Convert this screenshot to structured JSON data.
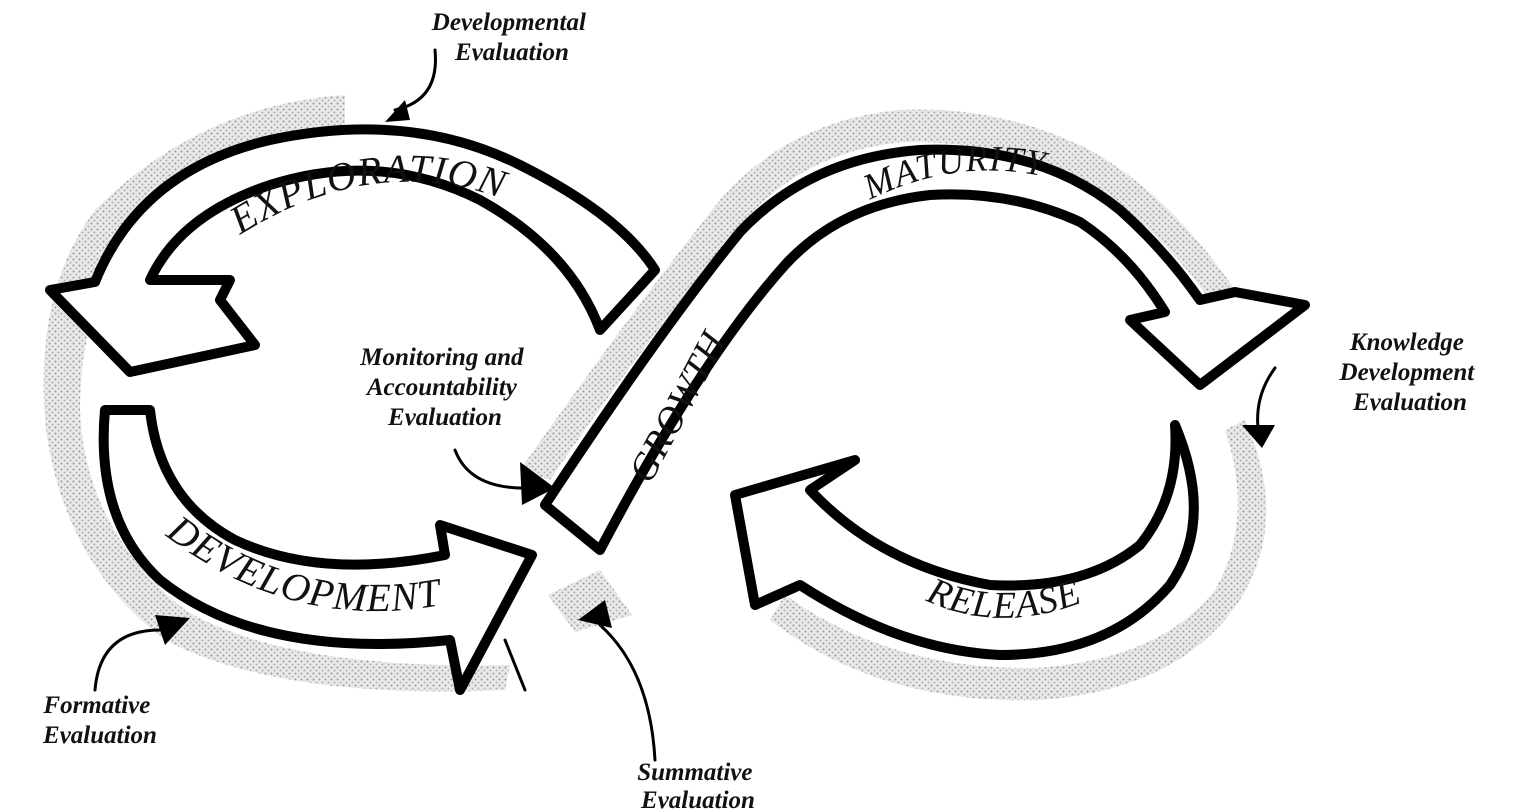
{
  "stages": {
    "exploration": "EXPLORATION",
    "maturity": "MATURITY",
    "growth": "GROWTH",
    "development": "DEVELOPMENT",
    "release": "RELEASE"
  },
  "evaluations": {
    "developmental": [
      "Developmental",
      "Evaluation"
    ],
    "monitoring": [
      "Monitoring and",
      "Accountability",
      "Evaluation"
    ],
    "knowledge": [
      "Knowledge",
      "Development",
      "Evaluation"
    ],
    "formative": [
      "Formative",
      "Evaluation"
    ],
    "summative": [
      "Summative",
      "Evaluation"
    ]
  },
  "colors": {
    "ink": "#000000",
    "band_fill": "#ffffff",
    "shadow_dots": "#9a9a9a"
  }
}
